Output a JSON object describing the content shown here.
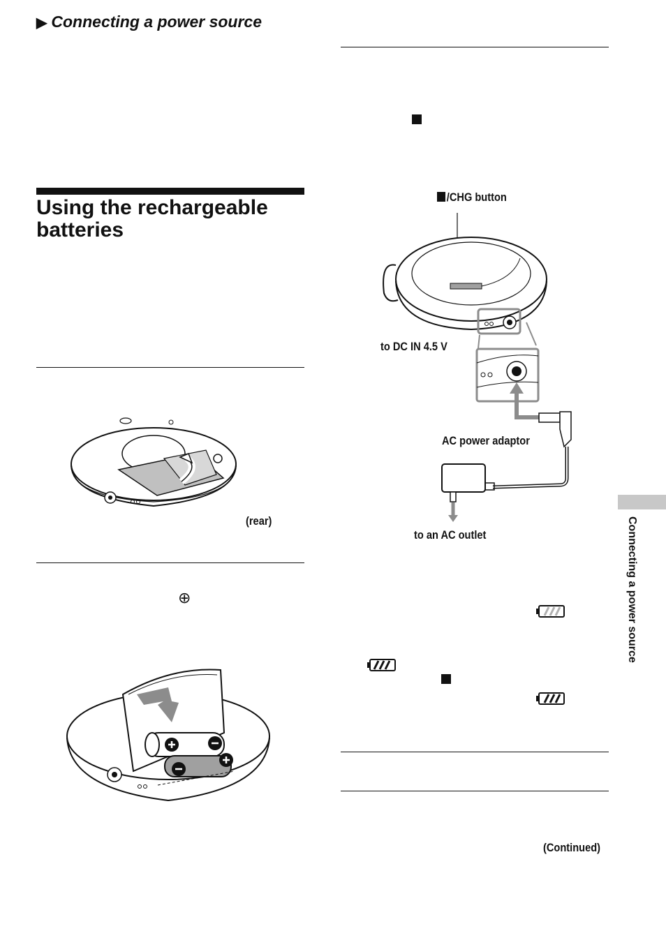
{
  "header": {
    "triangle_glyph": "▶",
    "section_title": "Connecting a power source"
  },
  "main": {
    "title_line1": "Using the rechargeable",
    "title_line2": "batteries"
  },
  "figures": {
    "rear_label": "(rear)",
    "plus_glyph": "⊕",
    "chg_button_label": "/CHG button",
    "dc_in_label": "to DC IN 4.5 V",
    "ac_adaptor_label": "AC power adaptor",
    "ac_outlet_label": "to an AC outlet"
  },
  "side_tab": {
    "label": "Connecting a power source"
  },
  "footer": {
    "continued": "(Continued)"
  },
  "colors": {
    "text": "#111111",
    "side_tab": "#c8c8c8",
    "illustration_gray": "#a0a0a0",
    "highlight_gray": "#8c8c8c"
  }
}
